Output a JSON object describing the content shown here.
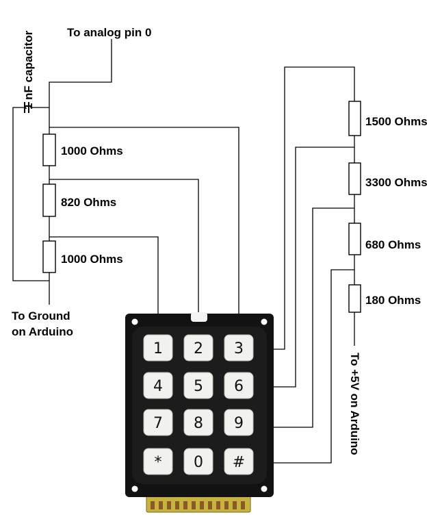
{
  "labels": {
    "analog_pin": "To analog pin 0",
    "capacitor": "1 nF capacitor",
    "ground_line1": "To Ground",
    "ground_line2": "on Arduino",
    "vcc": "To +5V on Arduino"
  },
  "left_ladder": {
    "resistors": [
      "1000 Ohms",
      "820 Ohms",
      "1000 Ohms"
    ]
  },
  "right_ladder": {
    "resistors": [
      "1500 Ohms",
      "3300 Ohms",
      "680 Ohms",
      "180 Ohms"
    ]
  },
  "keypad": {
    "keys": [
      "1",
      "2",
      "3",
      "4",
      "5",
      "6",
      "7",
      "8",
      "9",
      "*",
      "0",
      "#"
    ],
    "body_color": "#121212",
    "key_color": "#f1f1ed",
    "pcb_color": "#c7b33f"
  }
}
